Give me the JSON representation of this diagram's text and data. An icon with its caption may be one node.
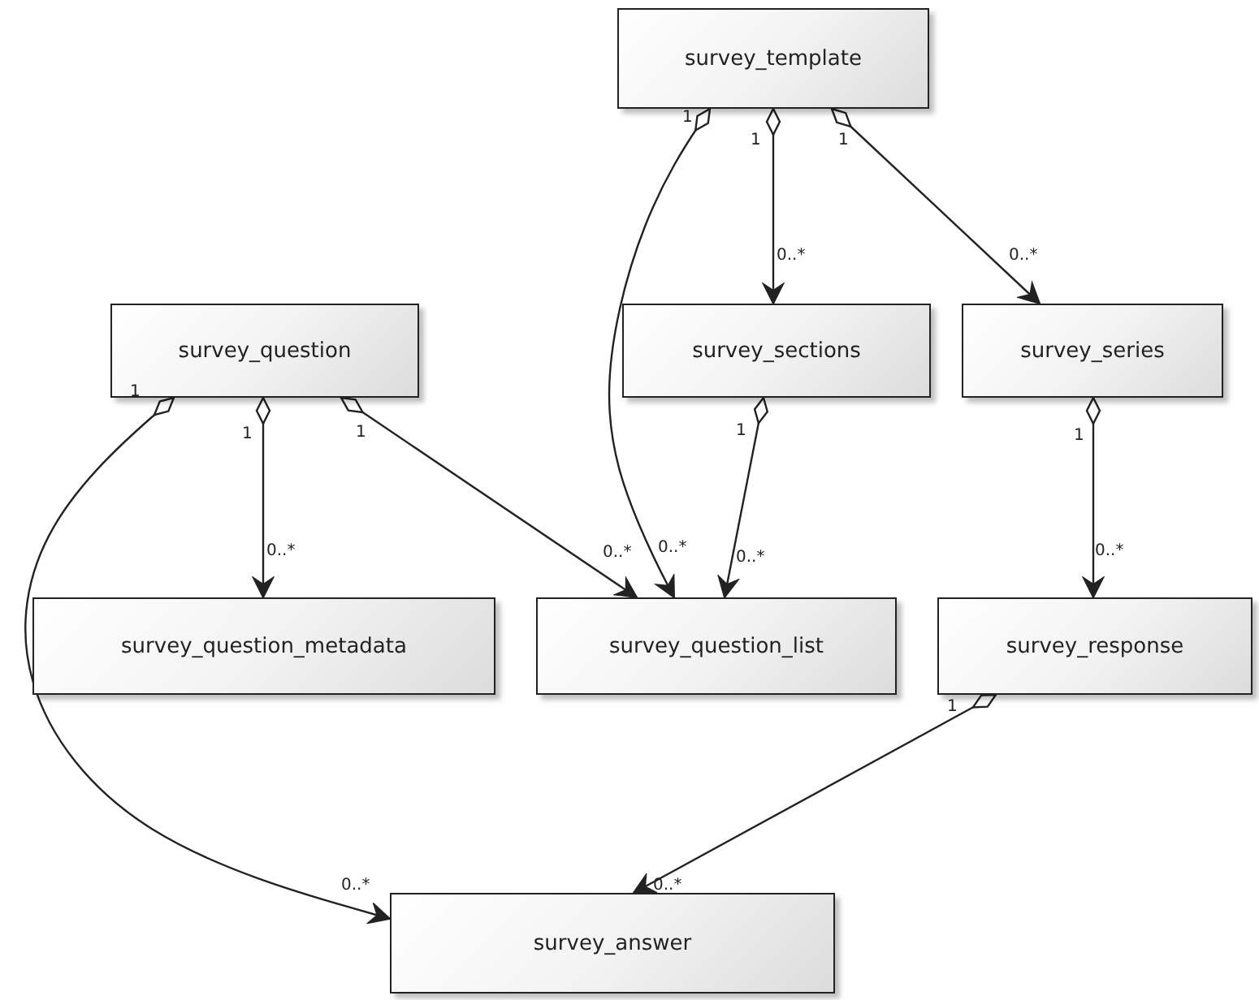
{
  "diagram": {
    "nodes": [
      {
        "text": [
          "survey_template"
        ]
      },
      {
        "text": [
          "survey_question"
        ]
      },
      {
        "text": [
          "survey_sections"
        ]
      },
      {
        "text": [
          "survey_series"
        ]
      },
      {
        "text": [
          "survey_question_metadata"
        ]
      },
      {
        "text": [
          "survey_question_list"
        ]
      },
      {
        "text": [
          "survey_response"
        ]
      },
      {
        "text": [
          "survey_answer"
        ]
      }
    ],
    "edges": [
      {
        "from": 0,
        "to": 5,
        "arrow": "to"
      },
      {
        "from": 0,
        "to": 2,
        "arrow": "to"
      },
      {
        "from": 0,
        "to": 3,
        "arrow": "to"
      },
      {
        "from": 1,
        "to": 7,
        "arrow": "to"
      },
      {
        "from": 1,
        "to": 4,
        "arrow": "to"
      },
      {
        "from": 1,
        "to": 5,
        "arrow": "to"
      },
      {
        "from": 2,
        "to": 5,
        "arrow": "to"
      },
      {
        "from": 3,
        "to": 6,
        "arrow": "to"
      },
      {
        "from": 6,
        "to": 7,
        "arrow": "to"
      }
    ],
    "labels": [
      "1",
      "1",
      "1",
      "0..*",
      "0..*",
      "1",
      "1",
      "1",
      "1",
      "1",
      "0..*",
      "0..*",
      "0..*",
      "0..*",
      "0..*",
      "1",
      "0..*",
      "0..*"
    ]
  }
}
